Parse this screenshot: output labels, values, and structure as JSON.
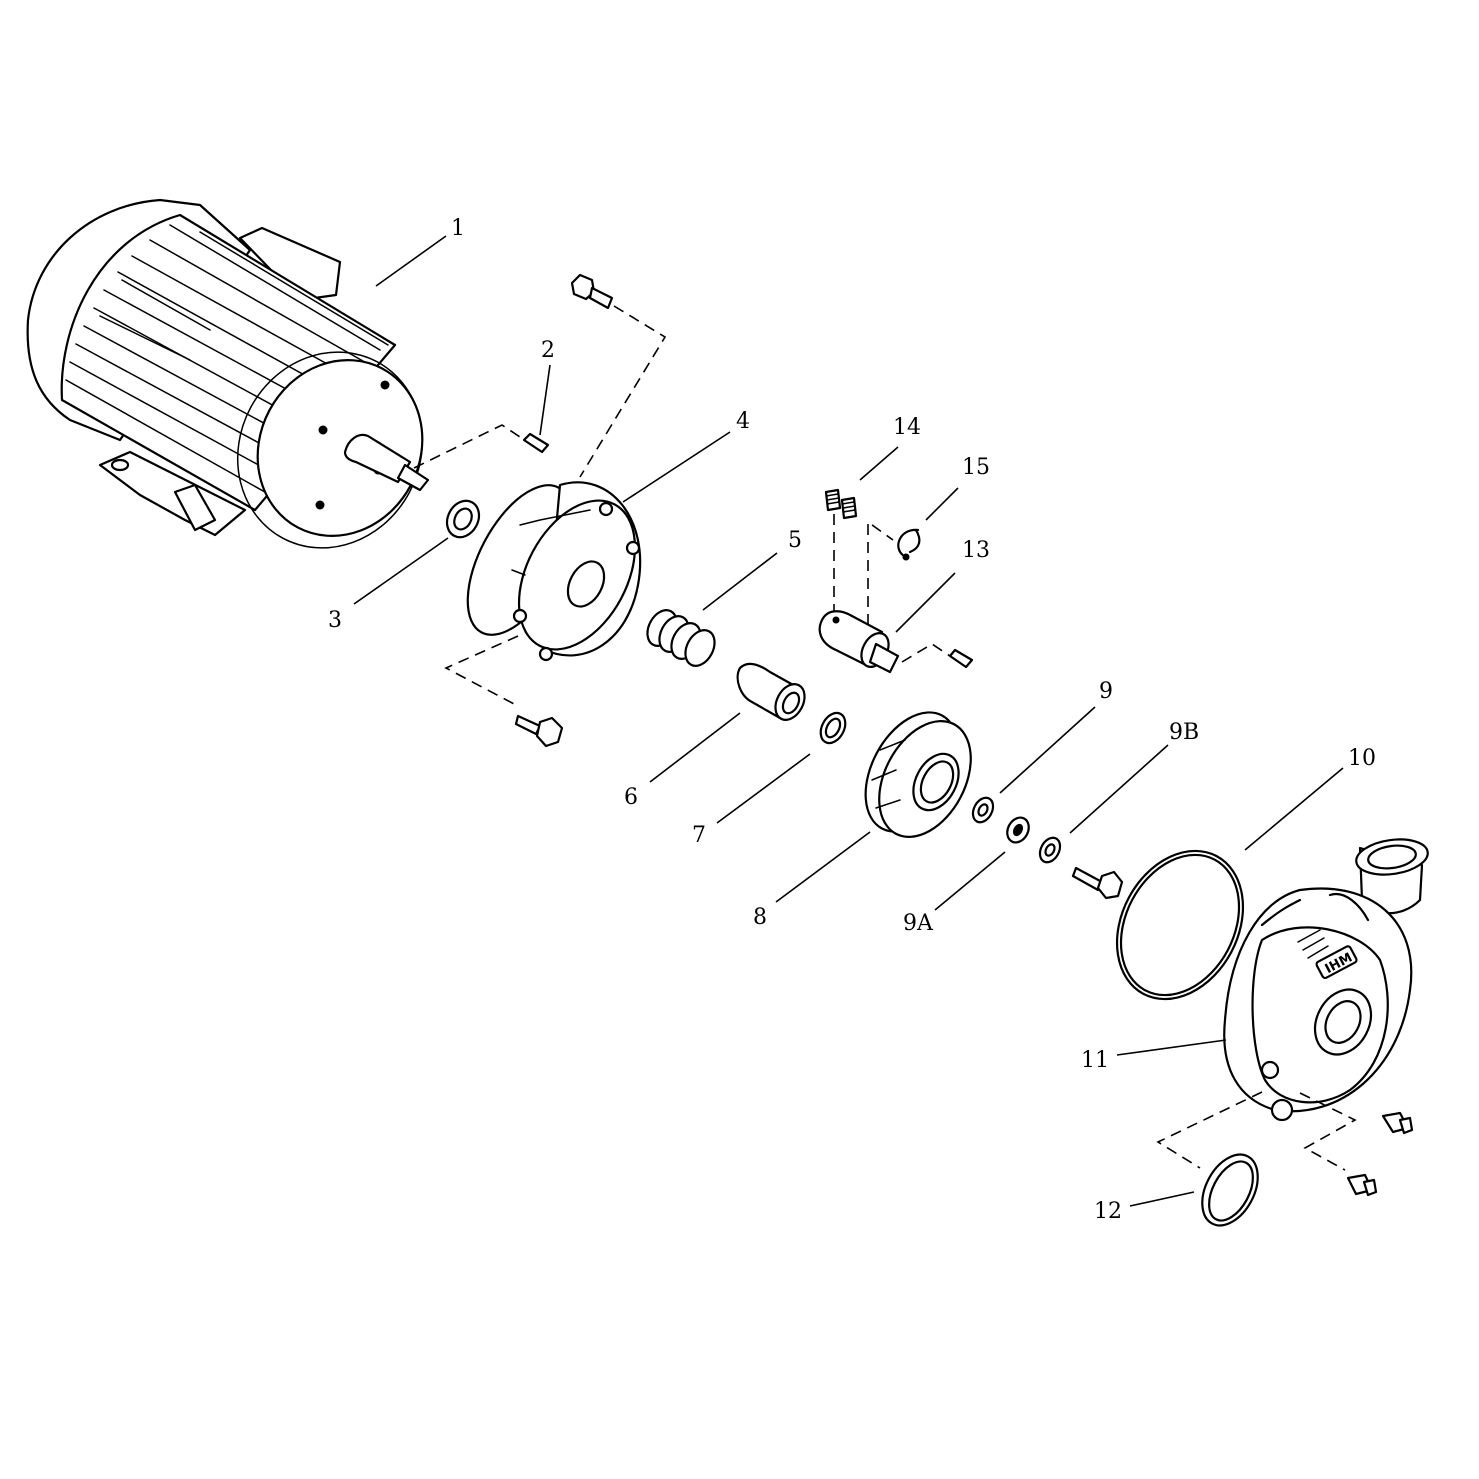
{
  "diagram": {
    "labels": {
      "p1": "1",
      "p2": "2",
      "p3": "3",
      "p4": "4",
      "p5": "5",
      "p6": "6",
      "p7": "7",
      "p8": "8",
      "p9": "9",
      "p9a": "9A",
      "p9b": "9B",
      "p10": "10",
      "p11": "11",
      "p12": "12",
      "p13": "13",
      "p14": "14",
      "p15": "15"
    },
    "brand_mark": "IHM"
  }
}
